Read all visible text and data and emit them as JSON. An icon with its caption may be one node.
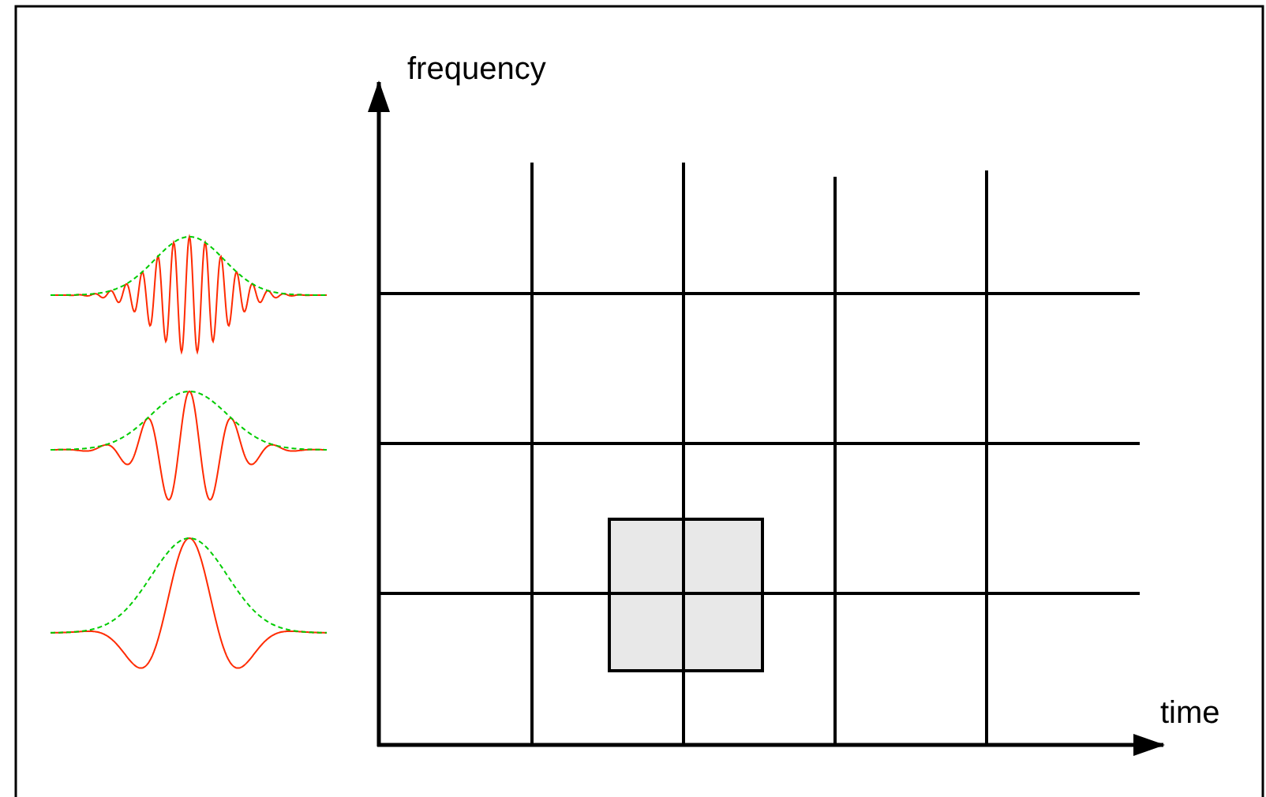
{
  "diagram": {
    "nodes": [
      {
        "text": [],
        "shape": "box"
      }
    ],
    "labels": [
      "frequency",
      "time"
    ]
  }
}
